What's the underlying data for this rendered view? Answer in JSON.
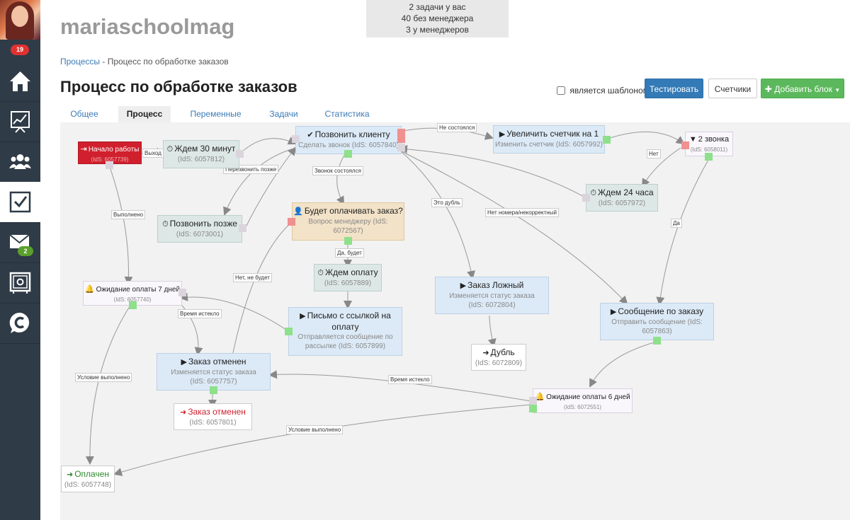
{
  "app": {
    "title": "mariaschoolmag",
    "notifications_count": "19",
    "mail_count": "2"
  },
  "tasks_summary": {
    "line1": "2 задачи у вас",
    "line2": "40 без менеджера",
    "line3": "3 у менеджеров"
  },
  "breadcrumb": {
    "root": "Процессы",
    "separator": "-",
    "current": "Процесс по обработке заказов"
  },
  "page": {
    "title": "Процесс по обработке заказов",
    "template_checkbox_label": "является шаблоном",
    "template_checked": false
  },
  "toolbar": {
    "test_label": "Тестировать",
    "counters_label": "Счетчики",
    "add_block_label": "Добавить блок",
    "add_block_icon": "plus-icon",
    "add_block_caret": "caret-down-icon"
  },
  "tabs": [
    {
      "label": "Общее",
      "active": false
    },
    {
      "label": "Процесс",
      "active": true
    },
    {
      "label": "Переменные",
      "active": false
    },
    {
      "label": "Задачи",
      "active": false
    },
    {
      "label": "Статистика",
      "active": false
    }
  ],
  "colors": {
    "sidebar": "#2f3b47",
    "primary": "#337ab7",
    "success": "#5cb85c",
    "start_block": "#d0202e",
    "port_green": "#8ee08a",
    "port_red": "#f09090"
  },
  "blocks": {
    "start": {
      "icon": "sign-in-icon",
      "title": "Начало работы",
      "sub": "(IdS: 6057739)"
    },
    "wait30": {
      "icon": "clock-icon",
      "title": "Ждем 30 минут",
      "sub": "(IdS: 6057812)"
    },
    "call_client": {
      "icon": "check-icon",
      "title": "Позвонить клиенту",
      "sub": "Сделать звонок (IdS: 6057840)"
    },
    "incr_counter": {
      "icon": "play-icon",
      "title": "Увеличить счетчик на 1",
      "sub": "Изменить счетчик (IdS: 6057992)"
    },
    "two_calls": {
      "icon": "filter-icon",
      "title": "2 звонка",
      "sub": "(IdS: 6058011)"
    },
    "wait24": {
      "icon": "clock-icon",
      "title": "Ждем 24 часа",
      "sub": "(IdS: 6057972)"
    },
    "call_later": {
      "icon": "clock-icon",
      "title": "Позвонить позже",
      "sub": "(IdS: 6073001)"
    },
    "will_pay": {
      "icon": "user-icon",
      "title": "Будет оплачивать заказ?",
      "sub": "Вопрос менеджеру (IdS: 6072567)"
    },
    "wait_payment": {
      "icon": "clock-icon",
      "title": "Ждем оплату",
      "sub": "(IdS: 6057889)"
    },
    "letter": {
      "icon": "play-icon",
      "title": "Письмо с ссылкой на оплату",
      "sub": "Отправляется сообщение по рассылке (IdS: 6057899)"
    },
    "fake_order": {
      "icon": "play-icon",
      "title": "Заказ Ложный",
      "sub": "Изменяется статус заказа (IdS: 6072804)"
    },
    "duplicate": {
      "icon": "sign-out-icon",
      "title": "Дубль",
      "sub": "(IdS: 6072809)"
    },
    "order_msg": {
      "icon": "play-icon",
      "title": "Сообщение по заказу",
      "sub": "Отправить сообщение (IdS: 6057863)"
    },
    "wait7": {
      "icon": "bell-icon",
      "title": "Ожидание оплаты 7 дней",
      "sub": "(IdS: 6057740)"
    },
    "cancel_status": {
      "icon": "play-icon",
      "title": "Заказ отменен",
      "sub": "Изменяется статус заказа (IdS: 6057757)"
    },
    "cancelled": {
      "icon": "sign-out-icon",
      "title": "Заказ отменен",
      "sub": "(IdS: 6057801)"
    },
    "wait6": {
      "icon": "bell-icon",
      "title": "Ожидание оплаты 6 дней",
      "sub": "(IdS: 6072551)"
    },
    "paid": {
      "icon": "sign-out-icon",
      "title": "Оплачен",
      "sub": "(IdS: 6057748)"
    }
  },
  "edge_labels": {
    "exit1": "Выход 1",
    "call_back_later": "Перезвонить позже",
    "not_reached": "Не состоялся",
    "call_done": "Звонок состоялся",
    "no": "Нет",
    "completed": "Выполнено",
    "duplicate": "Это дубль",
    "no_number": "Нет номера/некорректный",
    "yes_will": "Да, будет",
    "no_wont": "Нет, не будет",
    "yes": "Да",
    "time_expired_left": "Время истекло",
    "time_expired_right": "Время истекло",
    "condition_met_left": "Условие выполнено",
    "condition_met_bottom": "Условие выполнено"
  }
}
